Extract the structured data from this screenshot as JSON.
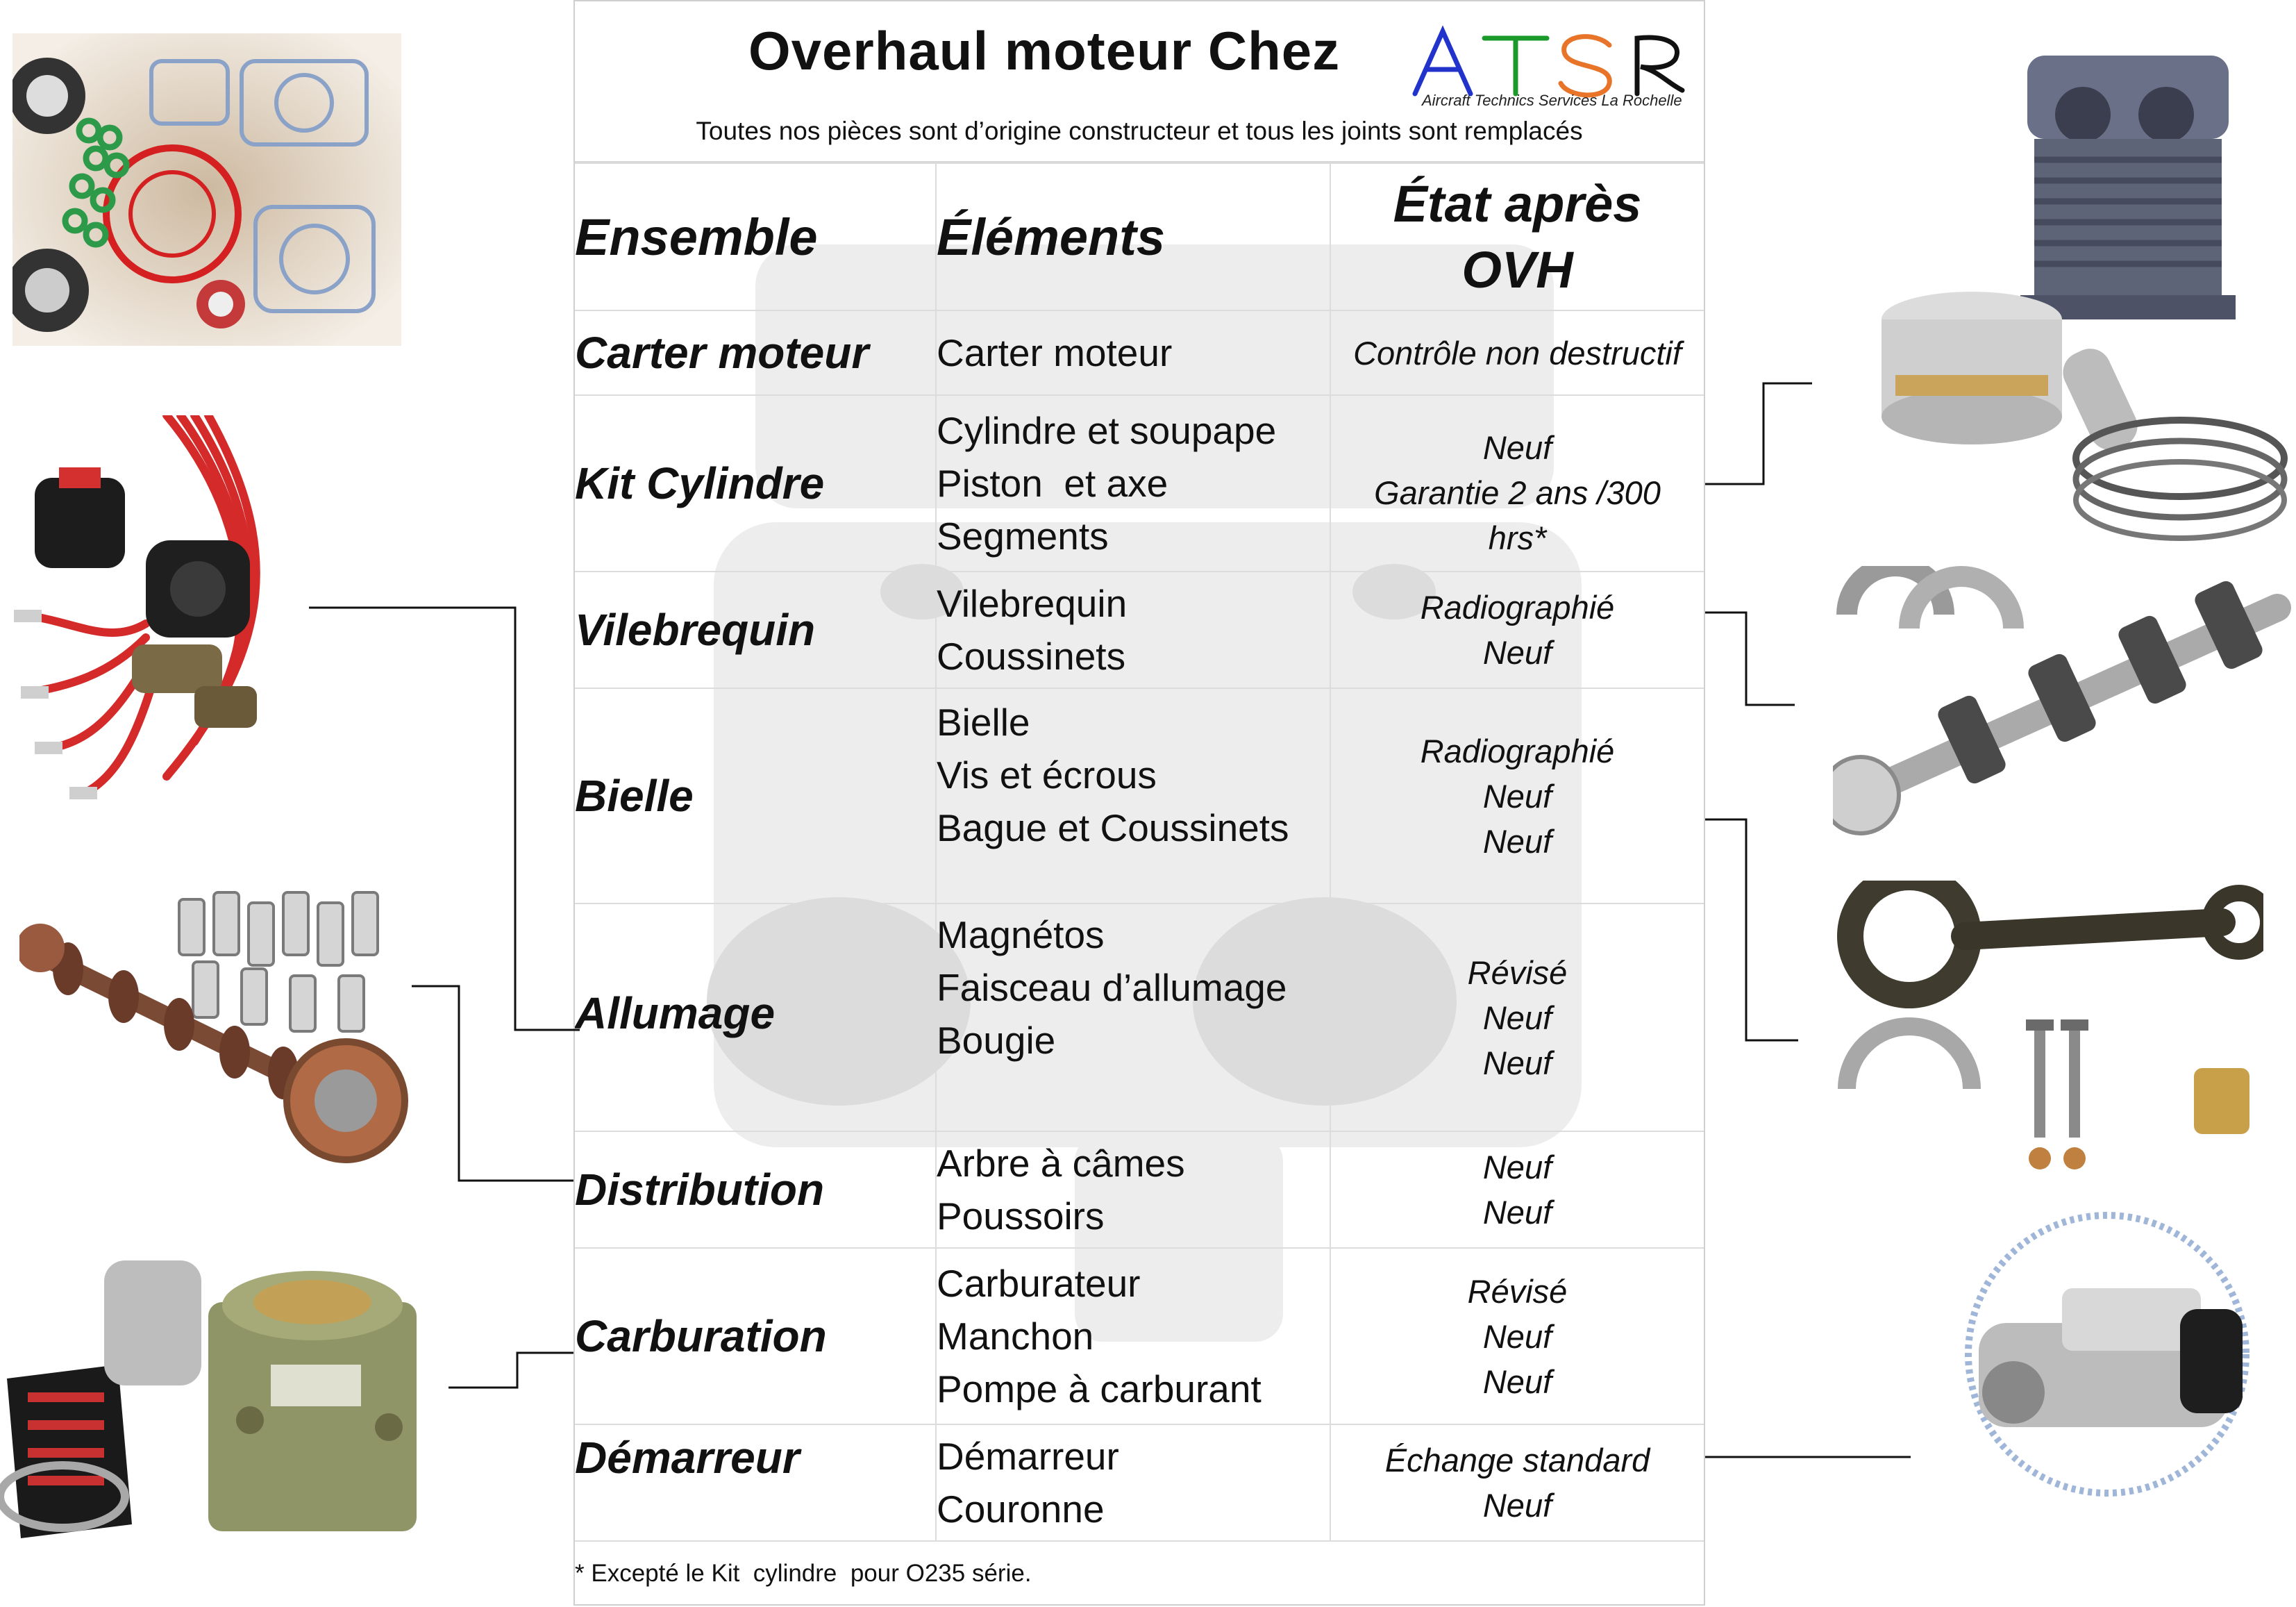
{
  "header": {
    "title": "Overhaul moteur  Chez",
    "logo_text": "ATS R",
    "logo_subtitle": "Aircraft Technics Services La Rochelle",
    "subtitle": "Toutes nos pièces sont d’origine constructeur et tous les joints sont remplacés"
  },
  "table": {
    "headers": {
      "ensemble": "Ensemble",
      "elements": "Éléments",
      "etat_line1": "État après",
      "etat_line2": "OVH"
    },
    "rows": [
      {
        "ensemble": "Carter moteur",
        "elements": [
          "Carter moteur"
        ],
        "etat": [
          "Contrôle non destructif"
        ]
      },
      {
        "ensemble": "Kit Cylindre",
        "elements": [
          "Cylindre et soupape",
          "Piston  et axe",
          "Segments"
        ],
        "etat": [
          "Neuf",
          "Garantie 2 ans /300",
          "hrs*"
        ]
      },
      {
        "ensemble": "Vilebrequin",
        "elements": [
          "Vilebrequin",
          "Coussinets"
        ],
        "etat": [
          "Radiographié",
          "Neuf"
        ]
      },
      {
        "ensemble": "Bielle",
        "elements": [
          "Bielle",
          "Vis et écrous",
          "Bague et Coussinets"
        ],
        "etat": [
          "Radiographié",
          "Neuf",
          "Neuf"
        ]
      },
      {
        "ensemble": "Allumage",
        "elements": [
          "Magnétos",
          "Faisceau d’allumage",
          "Bougie"
        ],
        "etat": [
          "Révisé",
          "Neuf",
          "Neuf"
        ]
      },
      {
        "ensemble": "Distribution",
        "elements": [
          "Arbre à câmes",
          "Poussoirs"
        ],
        "etat": [
          "Neuf",
          "Neuf"
        ]
      },
      {
        "ensemble": "Carburation",
        "elements": [
          "Carburateur",
          "Manchon",
          "Pompe à carburant"
        ],
        "etat": [
          "Révisé",
          "Neuf",
          "Neuf"
        ]
      },
      {
        "ensemble": "Démarreur",
        "elements": [
          "Démarreur",
          "Couronne"
        ],
        "etat": [
          "Échange standard",
          "Neuf"
        ]
      }
    ],
    "footnote": "* Excepté le Kit  cylindre  pour O235 série."
  },
  "illustrations": {
    "left": [
      "gasket-kit-photo",
      "ignition-magneto-photo",
      "camshaft-tappets-photo",
      "carburetor-fuel-pump-photo"
    ],
    "right": [
      "cylinder-kit-photo",
      "crankshaft-bearings-photo",
      "connecting-rod-photo",
      "starter-ring-gear-photo"
    ]
  },
  "colors": {
    "logo_a": "#2233cc",
    "logo_t": "#1a9a2a",
    "logo_s": "#e8742a",
    "logo_r": "#111111",
    "connector_line": "#111111",
    "grid": "#dcdcdc"
  }
}
